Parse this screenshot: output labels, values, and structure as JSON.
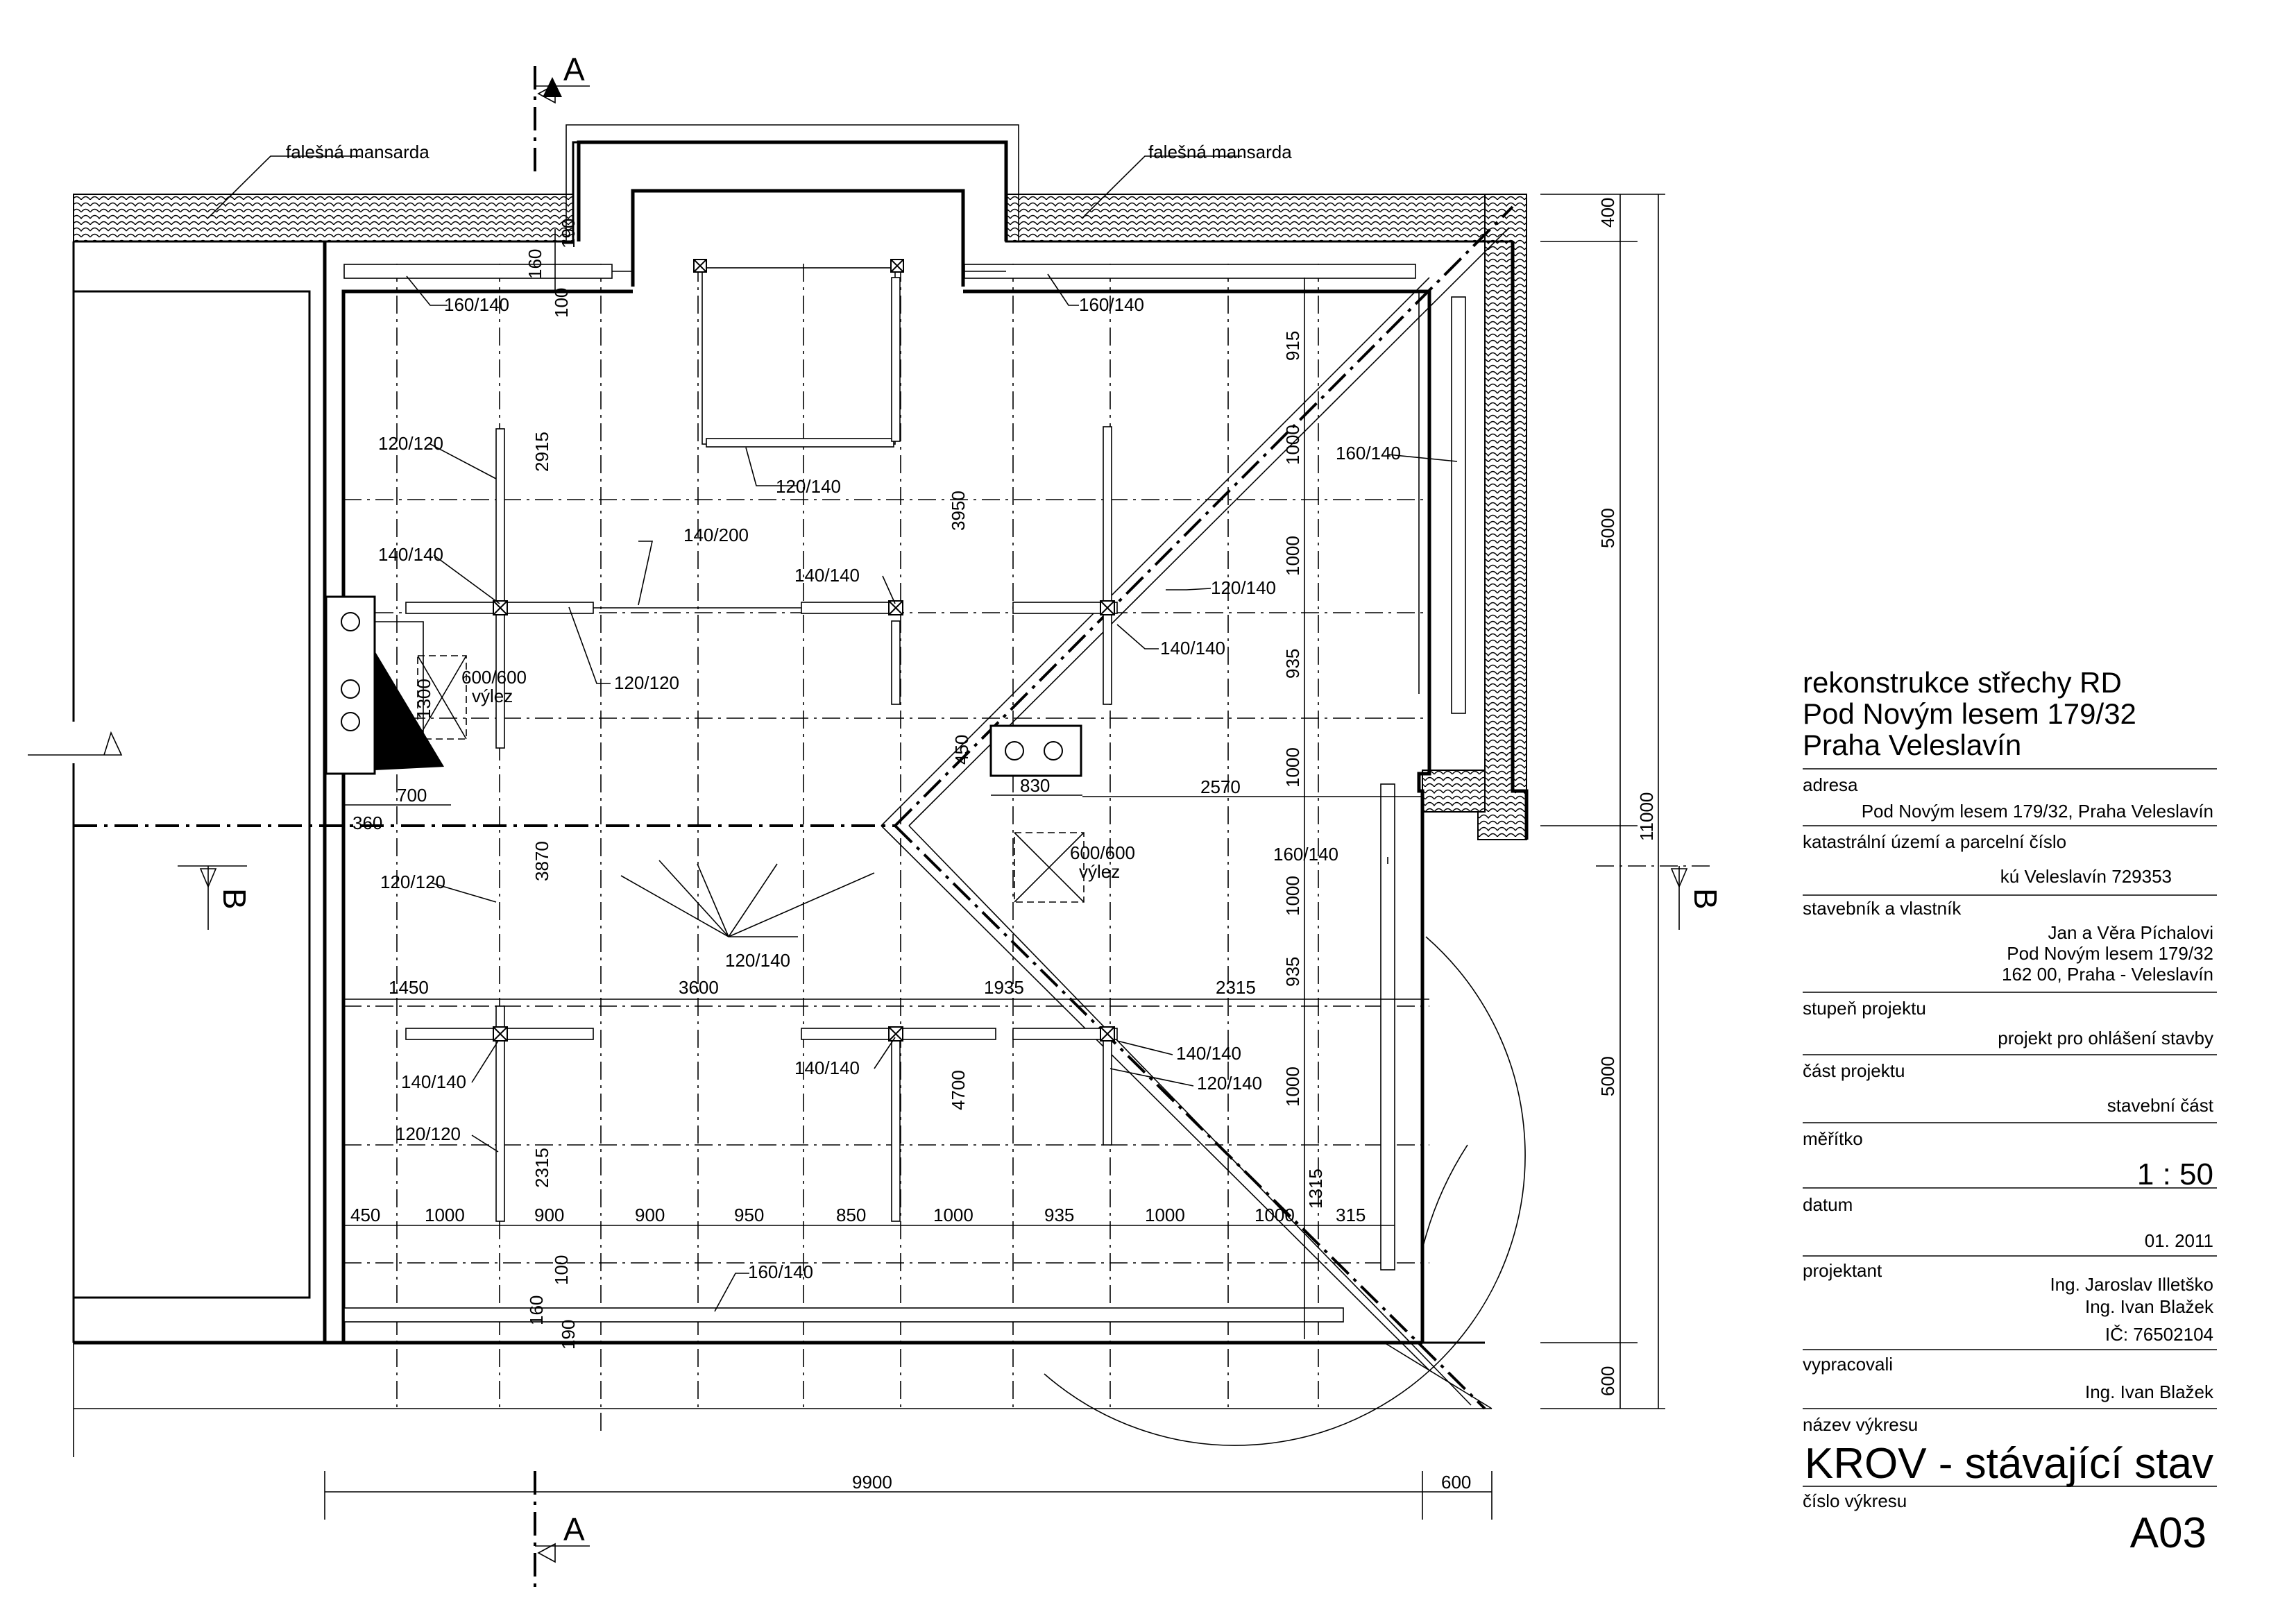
{
  "sections": {
    "a": "A",
    "b": "B"
  },
  "leaders": {
    "false_mansard": "falešná mansarda",
    "hatch_pattern": "scalloped-tile-hatch"
  },
  "labels": {
    "plate_top_left": "160/140",
    "plate_top_right": "160/140",
    "plate_bottom": "160/140",
    "plate_right_upper": "160/140",
    "plate_right_lower": "160/140",
    "beam_top_left": "120/120",
    "beam_top_left_post": "140/140",
    "purlin_upper": "140/200",
    "beam_center_upper": "120/140",
    "post_center_upper": "140/140",
    "beam_right_upper": "120/140",
    "post_right_upper": "140/140",
    "beam_mid_left": "120/120",
    "hatch_size_1": "600/600",
    "hatch_word_1": "výlez",
    "hatch_size_2": "600/600",
    "hatch_word_2": "výlez",
    "beam_lower_left": "120/120",
    "beam_lower_center": "120/140",
    "post_lower_center": "140/140",
    "post_lower_right": "140/140",
    "beam_lower_right": "120/140",
    "post_lower_left": "140/140",
    "beam_lower_left2": "120/120"
  },
  "dimensions": {
    "top_190": "190",
    "top_160": "160",
    "top_100": "100",
    "v2915": "2915",
    "v3950": "3950",
    "v3870": "3870",
    "v4700": "4700",
    "v2315": "2315",
    "v1300": "1300",
    "v450": "450",
    "r915": "915",
    "r1000a": "1000",
    "r1000b": "1000",
    "r935a": "935",
    "r1000c": "1000",
    "r1000d": "1000",
    "r935b": "935",
    "r1000e": "1000",
    "r1315": "1315",
    "h700": "700",
    "h360": "360",
    "h830": "830",
    "h2570": "2570",
    "h1450": "1450",
    "h3600": "3600",
    "h1935": "1935",
    "h2315": "2315",
    "b450": "450",
    "b1000a": "1000",
    "b900a": "900",
    "b900b": "900",
    "b950": "950",
    "b850": "850",
    "b1000b": "1000",
    "b935": "935",
    "b1000c": "1000",
    "b1000d": "1000",
    "b315": "315",
    "bot_100": "100",
    "bot_160": "160",
    "bot_190": "190",
    "o400": "400",
    "o5000a": "5000",
    "o5000b": "5000",
    "o600": "600",
    "o11000": "11000",
    "w9900": "9900",
    "w600": "600"
  },
  "title_block": {
    "project_line1": "rekonstrukce střechy RD",
    "project_line2": "Pod Novým lesem 179/32",
    "project_line3": "Praha Veleslavín",
    "address_label": "adresa",
    "address_value": "Pod Novým lesem 179/32, Praha Veleslavín",
    "cadastre_label": "katastrální území a parcelní číslo",
    "cadastre_value": "kú Veleslavín 729353",
    "owner_label": "stavebník a vlastník",
    "owner_line1": "Jan a Věra Píchalovi",
    "owner_line2": "Pod Novým lesem 179/32",
    "owner_line3": "162 00, Praha - Veleslavín",
    "stage_label": "stupeň projektu",
    "stage_value": "projekt pro ohlášení stavby",
    "part_label": "část projektu",
    "part_value": "stavební část",
    "scale_label": "měřítko",
    "scale_value": "1 : 50",
    "date_label": "datum",
    "date_value": "01. 2011",
    "designer_label": "projektant",
    "designer_line1": "Ing. Jaroslav Illetško",
    "designer_line2": "Ing. Ivan Blažek",
    "designer_line3": "IČ: 76502104",
    "drawn_label": "vypracovali",
    "drawn_value": "Ing. Ivan Blažek",
    "drawing_name_label": "název výkresu",
    "drawing_name": "KROV - stávající stav",
    "drawing_no_label": "číslo výkresu",
    "drawing_no": "A03"
  }
}
